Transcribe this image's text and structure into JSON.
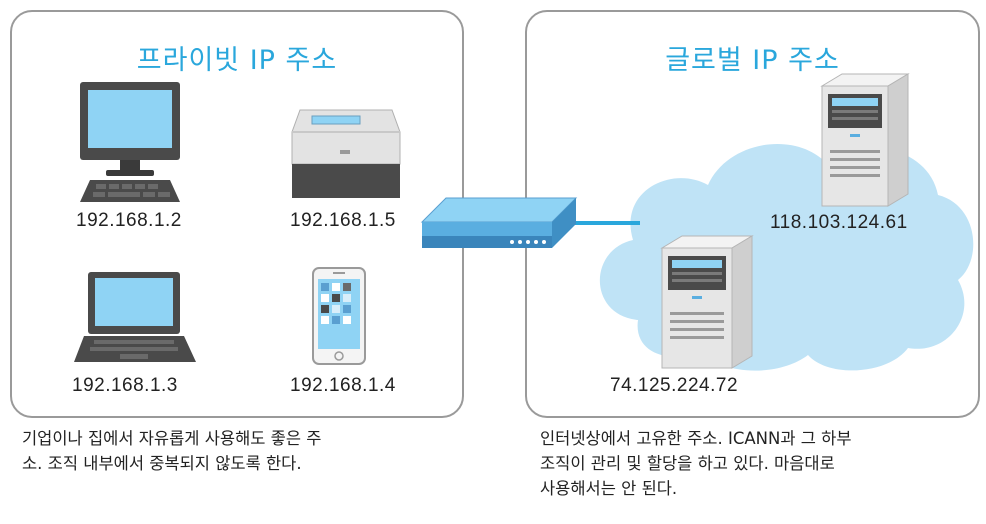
{
  "private_panel": {
    "title": "프라이빗 IP 주소",
    "devices": [
      {
        "label": "192.168.1.2",
        "icon": "desktop-computer-icon"
      },
      {
        "label": "192.168.1.5",
        "icon": "printer-icon"
      },
      {
        "label": "192.168.1.3",
        "icon": "laptop-icon"
      },
      {
        "label": "192.168.1.4",
        "icon": "smartphone-icon"
      }
    ],
    "caption_line1": "기업이나 집에서 자유롭게 사용해도 좋은 주",
    "caption_line2": "소. 조직 내부에서 중복되지 않도록 한다."
  },
  "global_panel": {
    "title": "글로벌 IP 주소",
    "servers": [
      {
        "label": "118.103.124.61",
        "icon": "server-icon"
      },
      {
        "label": "74.125.224.72",
        "icon": "server-icon"
      }
    ],
    "caption_line1": "인터넷상에서 고유한 주소. ICANN과 그 하부",
    "caption_line2": "조직이 관리 및 할당을 하고 있다. 마음대로",
    "caption_line3": "사용해서는 안 된다."
  },
  "router": {
    "icon": "router-icon"
  },
  "colors": {
    "title_blue": "#2aa7dc",
    "screen_blue": "#8fd3f4",
    "cloud_blue": "#bfe3f6",
    "border_gray": "#9a9a9a",
    "device_dark": "#4a4a4a"
  }
}
